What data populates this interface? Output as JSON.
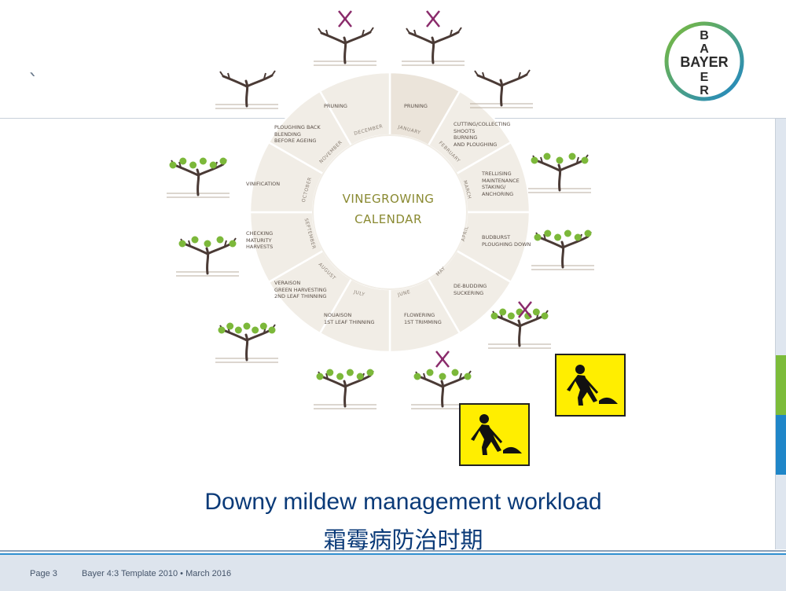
{
  "slide": {
    "heading_mark": "`",
    "caption_en": "Downy mildew management workload",
    "caption_zh": "霜霉病防治时期"
  },
  "logo": {
    "letters_top": "B",
    "letters_a": "A",
    "word": "BAYER",
    "letters_e": "E",
    "letters_r": "R"
  },
  "calendar": {
    "title": "VINEGROWING\nCALENDAR",
    "months": [
      "January",
      "February",
      "March",
      "April",
      "May",
      "June",
      "July",
      "August",
      "September",
      "October",
      "November",
      "December"
    ],
    "activities": [
      "Pruning",
      "Cutting/collecting\nshoots\nBurning\nand ploughing",
      "Trellising\nmaintenance\nStaking/\nanchoring",
      "Budburst\nPloughing down",
      "De-budding\nSuckering",
      "Flowering\n1st trimming",
      "Nouaison\n1st leaf thinning",
      "Veraison\nGreen harvesting\n2nd leaf thinning",
      "Checking\nmaturity\nHarvests",
      "Vinification",
      "Ploughing back\nBlending\nBefore ageing",
      "Pruning"
    ],
    "colors": {
      "ring": "#f1ede6",
      "ring_alt": "#ebe4da",
      "divider": "#ffffff",
      "title": "#8a8a32"
    }
  },
  "signs": [
    {
      "label": "men-at-work-sign",
      "color": "#ffee00"
    },
    {
      "label": "men-at-work-sign",
      "color": "#ffee00"
    }
  ],
  "footer": {
    "page": "Page 3",
    "template": "Bayer 4:3 Template 2010 • March 2016"
  },
  "colors": {
    "caption": "#0a3a78",
    "strip_green": "#7cbc3a",
    "strip_blue": "#1f86c8",
    "footer_bg": "#dde4ed"
  }
}
